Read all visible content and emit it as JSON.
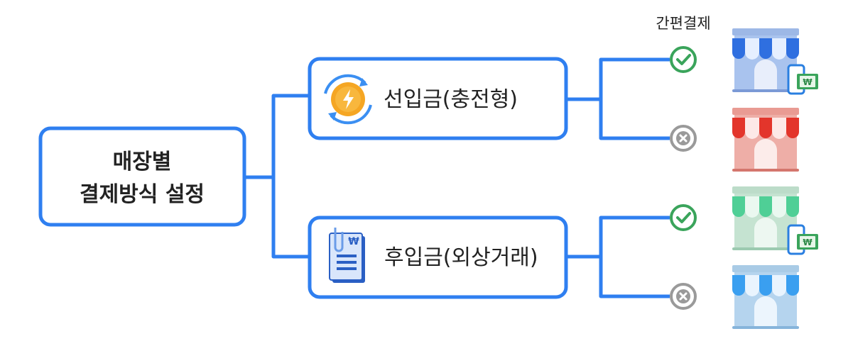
{
  "root": {
    "line1": "매장별",
    "line2": "결제방식 설정"
  },
  "branches": [
    {
      "label": "선입금(충전형)",
      "icon": "charge-lightning-icon"
    },
    {
      "label": "후입금(외상거래)",
      "icon": "invoice-document-icon"
    }
  ],
  "column_header": "간편결제",
  "outcomes": [
    {
      "status": "check",
      "store_icon": "store-blue-icon",
      "has_payment": true
    },
    {
      "status": "cross",
      "store_icon": "store-red-icon",
      "has_payment": false
    },
    {
      "status": "check",
      "store_icon": "store-green-icon",
      "has_payment": true
    },
    {
      "status": "cross",
      "store_icon": "store-lightblue-icon",
      "has_payment": false
    }
  ],
  "currency_symbol": "₩",
  "colors": {
    "connector": "#2f7ff0",
    "check": "#3aa45b",
    "cross": "#9a9a9a",
    "coin": "#f5a623"
  }
}
